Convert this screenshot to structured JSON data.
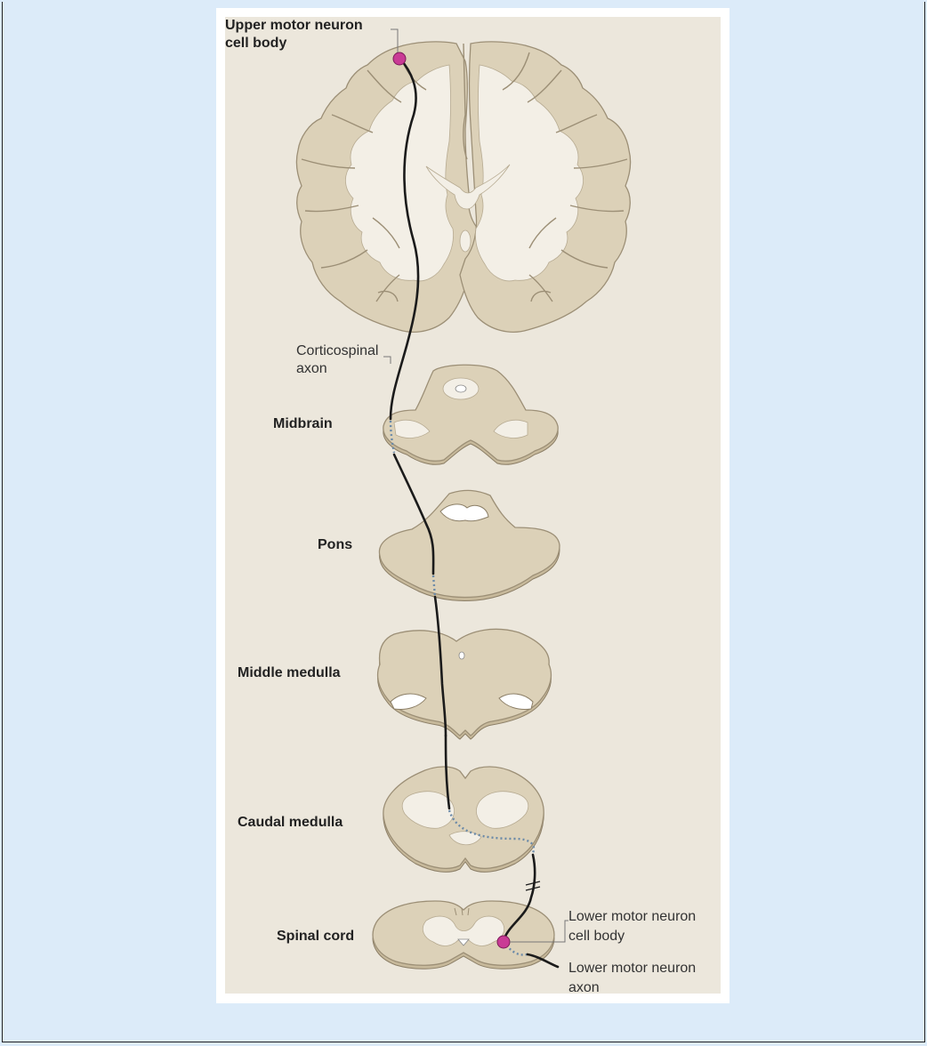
{
  "labels": {
    "upper_neuron": [
      "Upper motor neuron",
      "cell body"
    ],
    "corticospinal": [
      "Corticospinal",
      "axon"
    ],
    "midbrain": "Midbrain",
    "pons": "Pons",
    "middle_medulla": "Middle medulla",
    "caudal_medulla": "Caudal medulla",
    "spinal_cord": "Spinal cord",
    "lower_neuron_cell": [
      "Lower motor neuron",
      "cell body"
    ],
    "lower_neuron_axon": [
      "Lower motor neuron",
      "axon"
    ]
  },
  "colors": {
    "background": "#dcebf9",
    "panel": "#ece7dc",
    "tissue": "#dcd1b8",
    "white_matter": "#f3efe6",
    "neuron": "#c93a95",
    "axon": "#1b1b1b",
    "dotted_axon": "#6b8aa8"
  }
}
